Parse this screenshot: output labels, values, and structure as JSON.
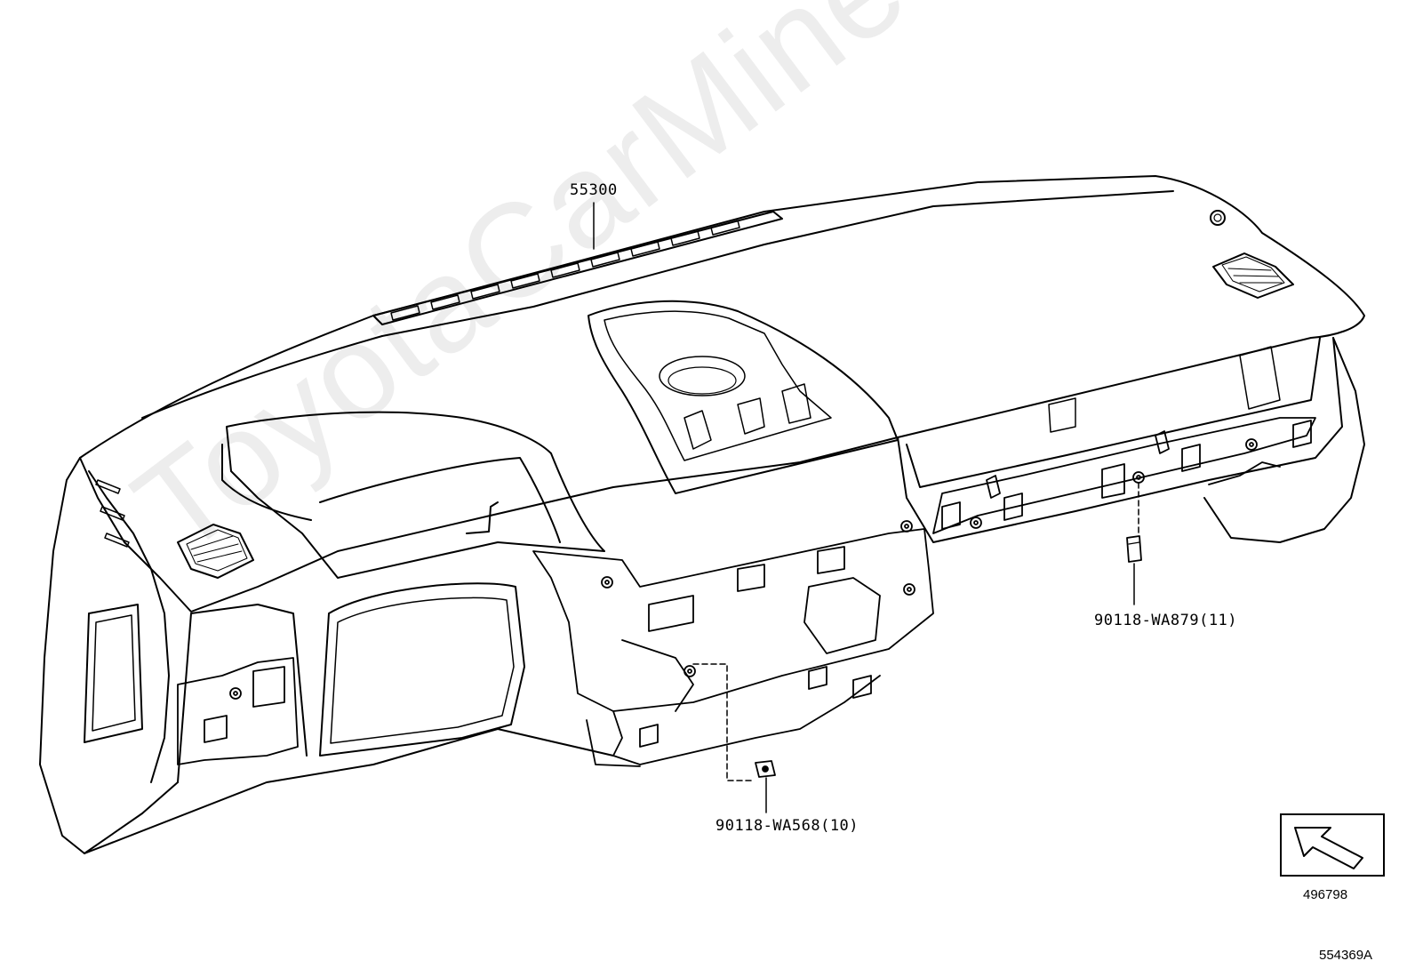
{
  "parts": {
    "dashboard_panel": "55300",
    "clip_right": "90118-WA879(11)",
    "clip_center": "90118-WA568(10)"
  },
  "figure": {
    "nav_ref": "496798",
    "illustration_ref": "554369A"
  },
  "watermark": "ToyotaCarMine.ru",
  "colors": {
    "line": "#000000",
    "background": "#ffffff"
  },
  "icons": {
    "nav": "arrow-up-left-icon"
  }
}
